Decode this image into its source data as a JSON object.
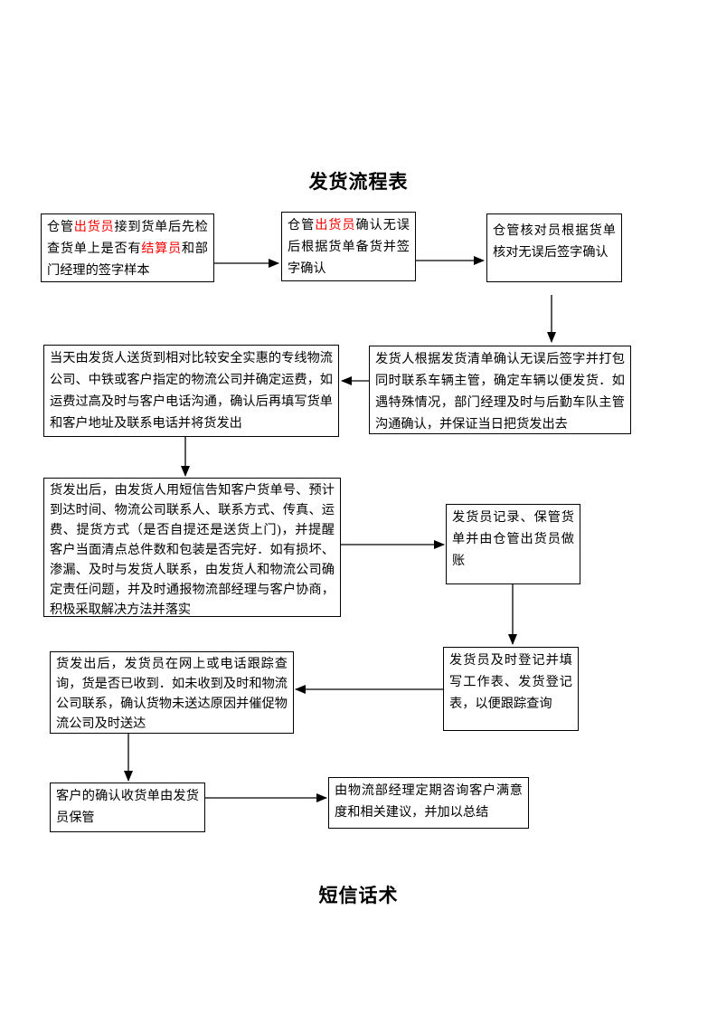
{
  "page": {
    "title": "发货流程表",
    "footer_title": "短信话术"
  },
  "colors": {
    "highlight": "#ff0000",
    "text": "#000000",
    "border": "#000000",
    "background": "#ffffff"
  },
  "flowchart": {
    "steps": {
      "s1": {
        "seg1": "仓管",
        "seg2": "出货员",
        "seg3": "接到货单后先检查货单上是否有",
        "seg4": "结算员",
        "seg5": "和部门经理的签字样本"
      },
      "s2": {
        "seg1": "仓管",
        "seg2": "出货员",
        "seg3": "确认无误后根据货单备货并签字确认"
      },
      "s3": {
        "text": "仓管核对员根据货单核对无误后签字确认"
      },
      "s4": {
        "text": "发货人根据发货清单确认无误后签字并打包同时联系车辆主管，确定车辆以便发货．如遇特殊情况，部门经理及时与后勤车队主管沟通确认，并保证当日把货发出去"
      },
      "s5": {
        "text": "当天由发货人送货到相对比较安全实惠的专线物流公司、中铁或客户指定的物流公司并确定运费，如运费过高及时与客户电话沟通，确认后再填写货单和客户地址及联系电话并将货发出"
      },
      "s6": {
        "text": "货发出后，由发货人用短信告知客户货单号、预计到达时间、物流公司联系人、联系方式、传真、运费、提货方式（是否自提还是送货上门)，并提醒客户当面清点总件数和包装是否完好．如有损坏、渗漏、及时与发货人联系，由发货人和物流公司确定责任问题，并及时通报物流部经理与客户协商，积极采取解决方法并落实"
      },
      "s7": {
        "text": "发货员记录、保管货单并由仓管出货员做账"
      },
      "s8": {
        "text": "发货员及时登记并填写工作表、发货登记表，以便跟踪查询"
      },
      "s9": {
        "text": "货发出后，发货员在网上或电话跟踪查询，货是否已收到．如未收到及时和物流公司联系，确认货物未送达原因并催促物流公司及时送达"
      },
      "s10": {
        "text": "客户的确认收货单由发货员保管"
      },
      "s11": {
        "text": "由物流部经理定期咨询客户满意度和相关建议，并加以总结"
      }
    },
    "connections": [
      {
        "from": 1,
        "to": 2
      },
      {
        "from": 2,
        "to": 3
      },
      {
        "from": 3,
        "to": 4
      },
      {
        "from": 4,
        "to": 5
      },
      {
        "from": 5,
        "to": 6
      },
      {
        "from": 6,
        "to": 7
      },
      {
        "from": 7,
        "to": 8
      },
      {
        "from": 8,
        "to": 9
      },
      {
        "from": 9,
        "to": 10
      },
      {
        "from": 10,
        "to": 11
      }
    ]
  }
}
